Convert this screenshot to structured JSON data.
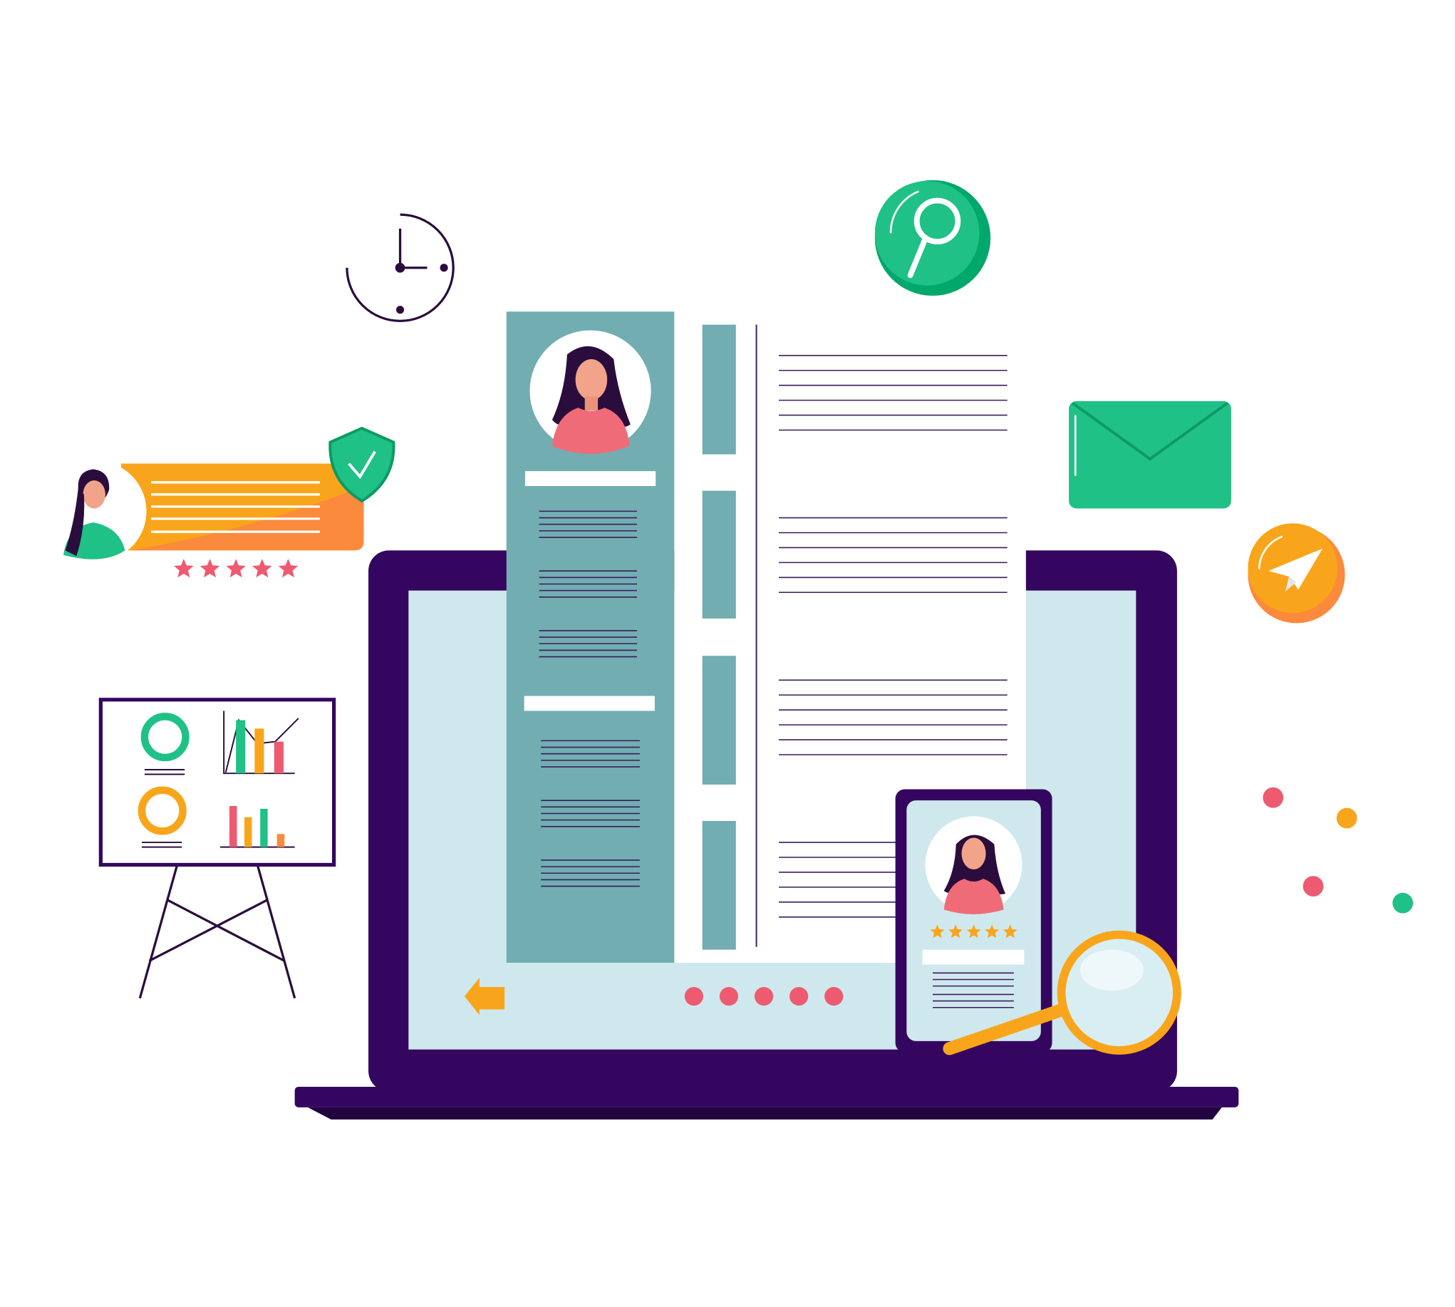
{
  "colors": {
    "laptop_frame": "#35065f",
    "laptop_base": "#22033f",
    "screen": "#cfe8ee",
    "resume_sidebar": "#72adb2",
    "paper": "#ffffff",
    "text_line": "#3a1c5c",
    "accent_green": "#1fc186",
    "accent_orange": "#f9a51b",
    "accent_deep_orange": "#fb8a3c",
    "accent_pink": "#ee5a6f",
    "skin": "#f2a48a",
    "hair": "#2a0d3d"
  },
  "icons": [
    "clock-icon",
    "search-icon",
    "envelope-icon",
    "paper-plane-icon",
    "shield-check-icon",
    "magnifier-icon",
    "back-arrow-icon",
    "star-icon",
    "avatar-icon",
    "presentation-board-icon"
  ],
  "review_card": {
    "rating": 5,
    "rating_max": 5
  },
  "phone_profile": {
    "rating": 5,
    "rating_max": 5
  },
  "pagination": {
    "dots": 5
  }
}
